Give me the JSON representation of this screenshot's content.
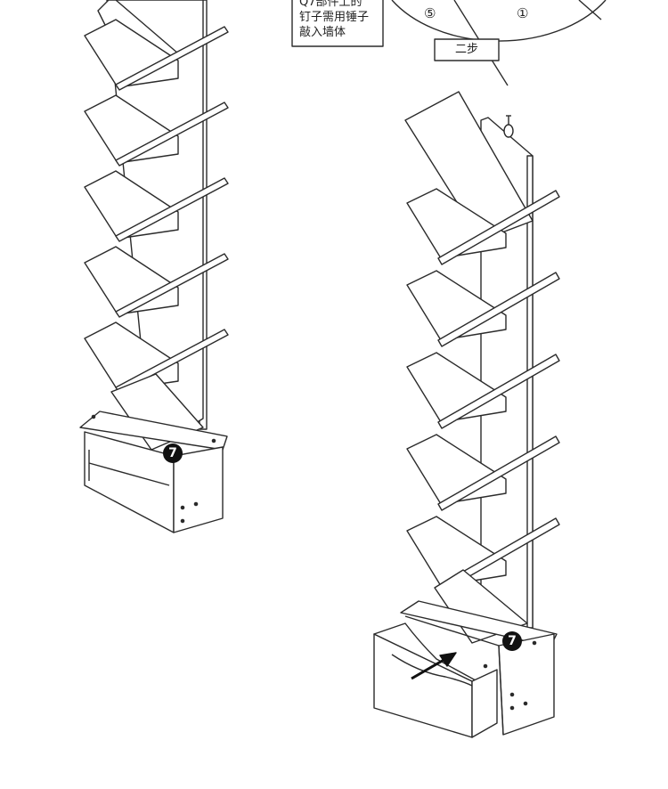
{
  "note": {
    "text": "Q7部件上的\n钉子需用锤子\n敲入墙体"
  },
  "detail": {
    "step_label": "二步",
    "circle_left": "⑤",
    "circle_right": "①"
  },
  "parts": {
    "left_marker": "7",
    "right_marker": "7"
  },
  "icons": {
    "arrow": "insert-arrow-icon",
    "nail": "nail-icon"
  }
}
